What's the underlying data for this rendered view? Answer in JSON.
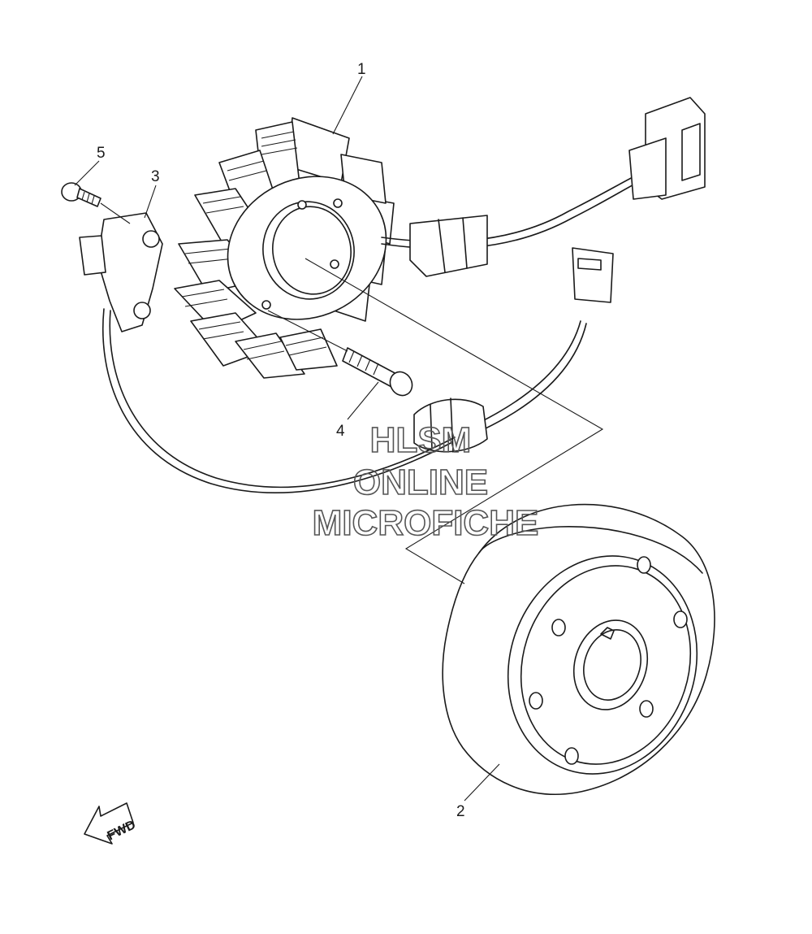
{
  "callouts": [
    {
      "id": "1",
      "label": "1"
    },
    {
      "id": "2",
      "label": "2"
    },
    {
      "id": "3",
      "label": "3"
    },
    {
      "id": "4",
      "label": "4"
    },
    {
      "id": "5",
      "label": "5"
    }
  ],
  "watermark": {
    "line1": "HLSM",
    "line2": "ONLINE",
    "line3": "MICROFICHE"
  },
  "direction_arrow": {
    "label": "FWD"
  }
}
